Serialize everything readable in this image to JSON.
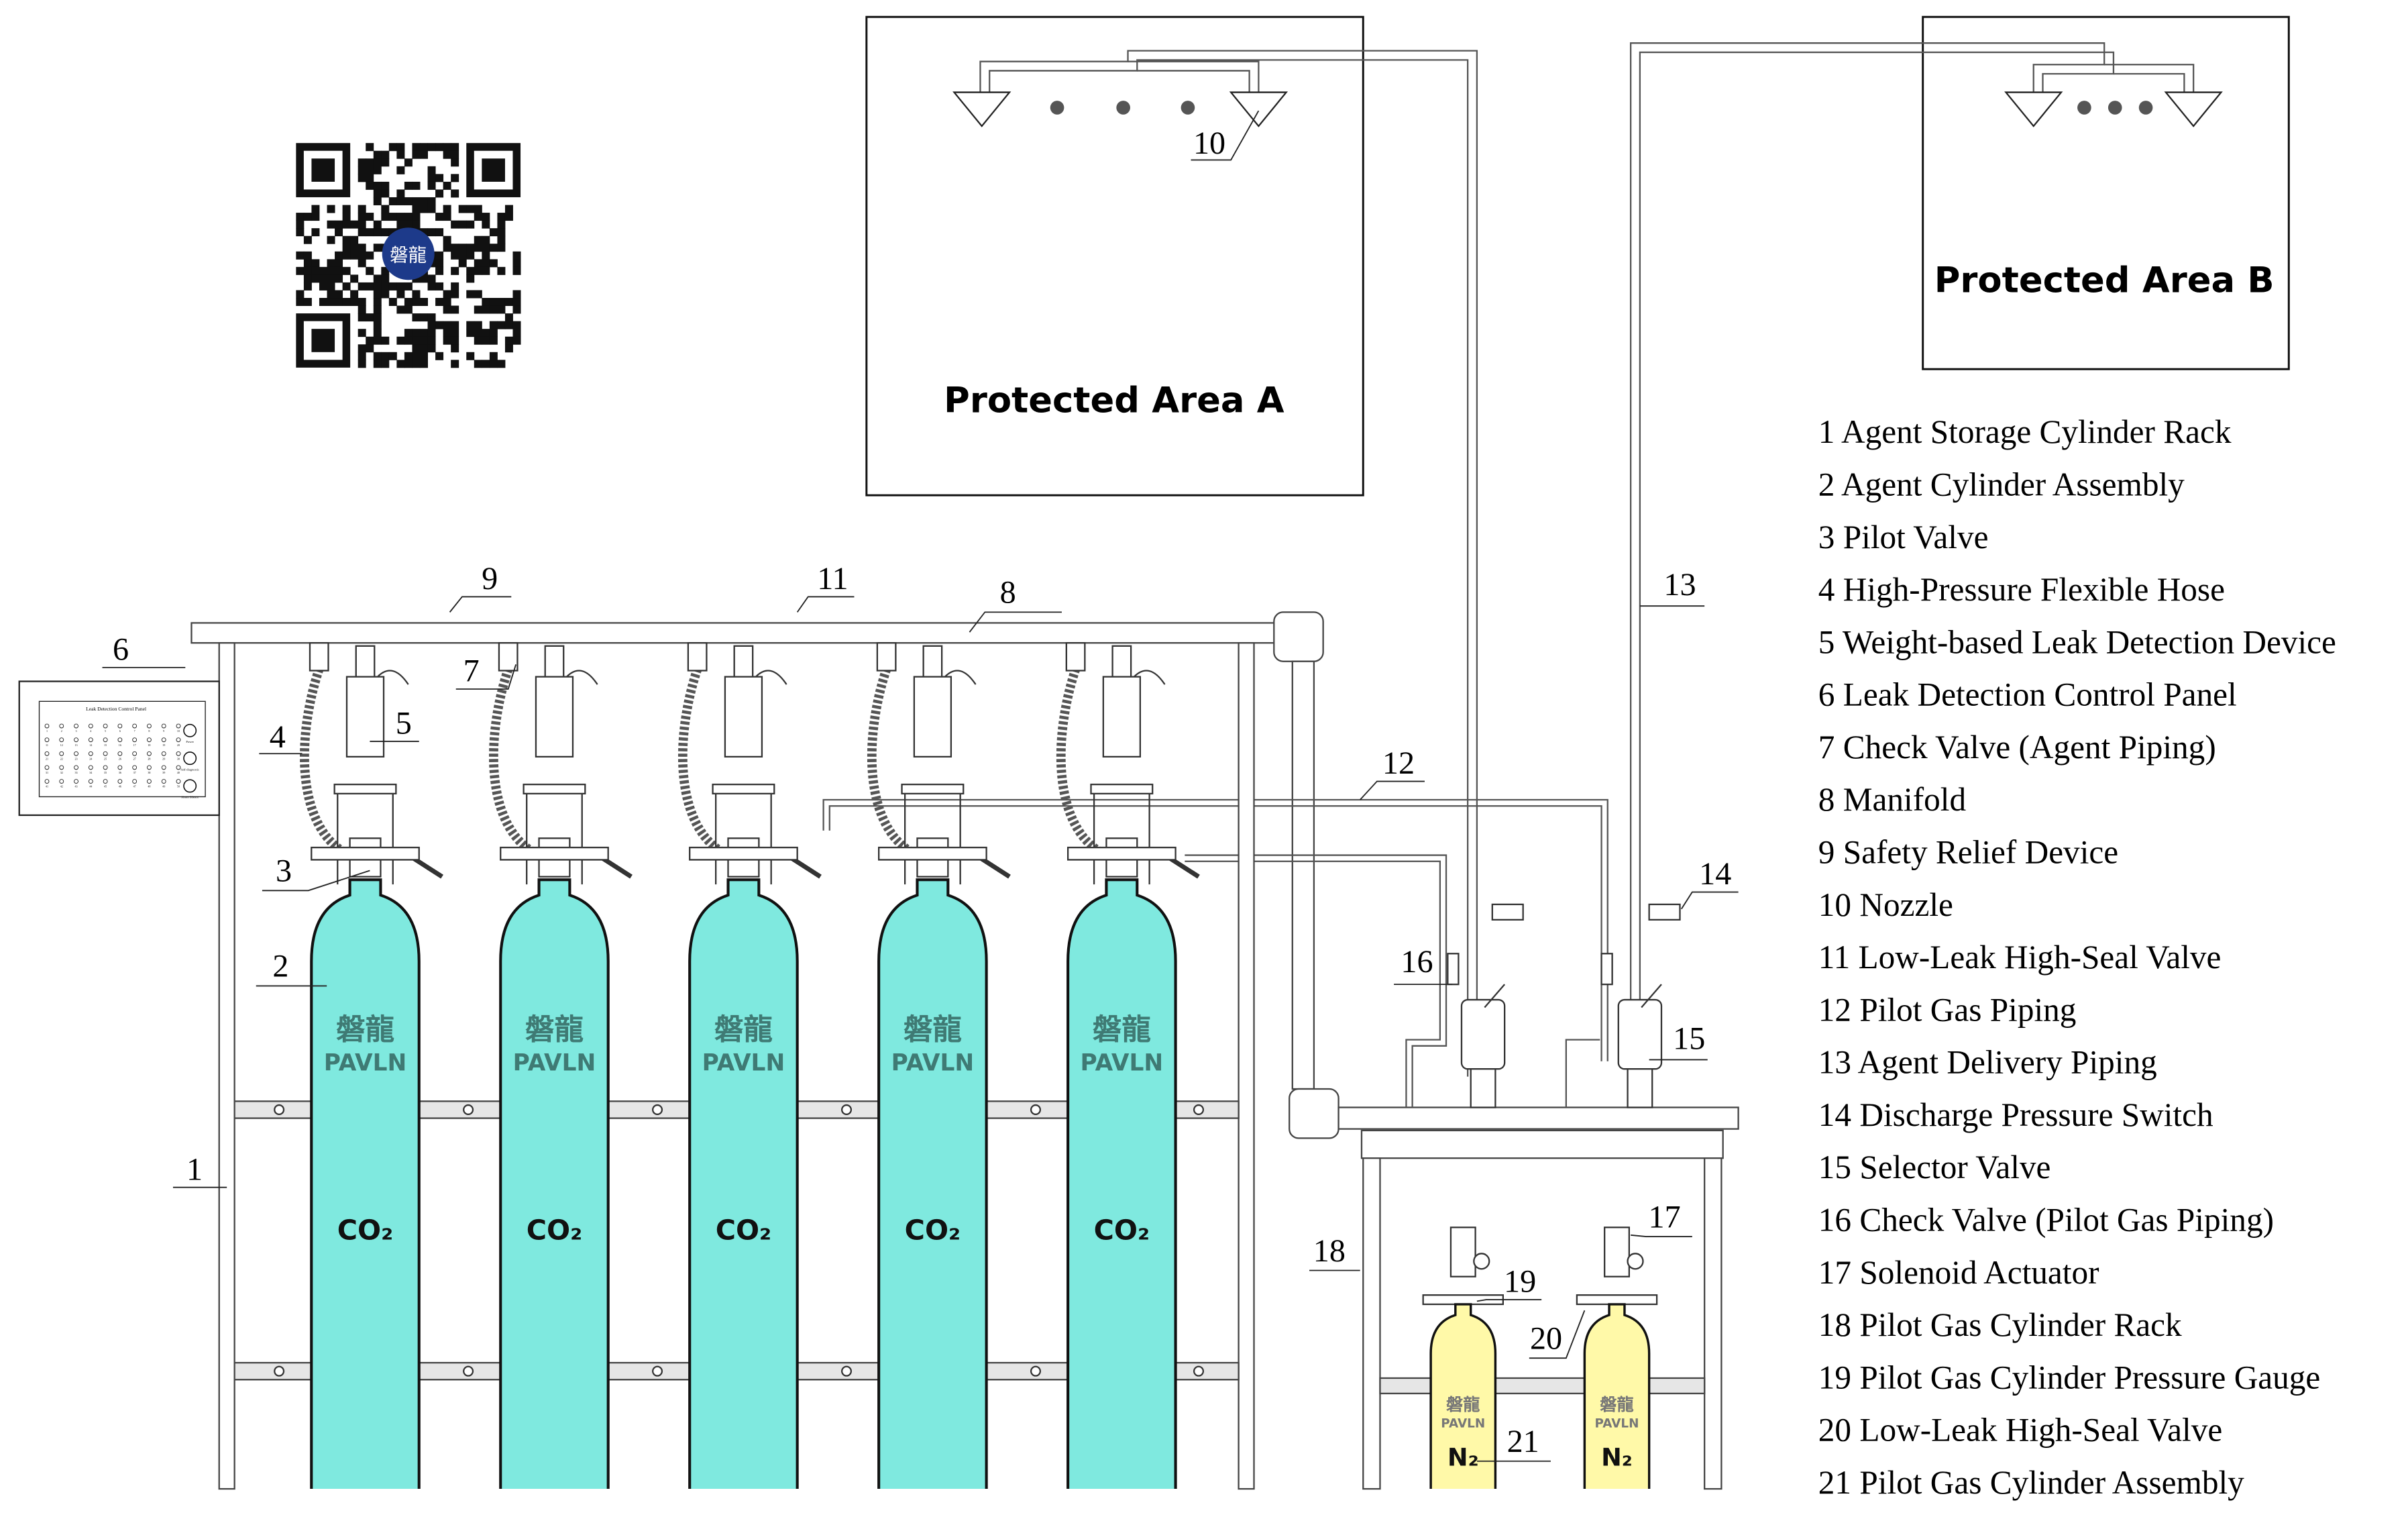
{
  "areas": {
    "a_title": "Protected Area A",
    "b_title": "Protected Area B"
  },
  "control_panel": {
    "title": "Leak Detection Control Panel",
    "indicator_count": 50,
    "buttons": [
      "Power",
      "Self-diagnostic",
      "Alarm Silence"
    ]
  },
  "cylinders": {
    "agent_label": "CO₂",
    "pilot_label": "N₂",
    "brand_cn": "磐龍",
    "brand_en": "PAVLN",
    "agent_count": 5,
    "pilot_count": 2,
    "agent_color": "#7fe9df",
    "pilot_color": "#fff9a8",
    "logo_color": "#3f7a74"
  },
  "qr_logo": "磐龍",
  "callouts": [
    "1",
    "2",
    "3",
    "4",
    "5",
    "6",
    "7",
    "8",
    "9",
    "10",
    "11",
    "12",
    "13",
    "14",
    "15",
    "16",
    "17",
    "18",
    "19",
    "20",
    "21"
  ],
  "legend": [
    "1 Agent Storage Cylinder Rack",
    "2 Agent Cylinder Assembly",
    "3 Pilot Valve",
    "4 High-Pressure Flexible Hose",
    "5 Weight-based Leak Detection Device",
    "6 Leak Detection Control Panel",
    "7 Check Valve (Agent Piping)",
    "8 Manifold",
    "9 Safety Relief Device",
    "10 Nozzle",
    "11 Low-Leak High-Seal Valve",
    "12 Pilot Gas Piping",
    "13 Agent Delivery Piping",
    "14 Discharge Pressure Switch",
    "15 Selector Valve",
    "16 Check Valve (Pilot Gas Piping)",
    "17 Solenoid Actuator",
    "18 Pilot Gas Cylinder Rack",
    "19 Pilot Gas Cylinder Pressure Gauge",
    "20 Low-Leak High-Seal Valve",
    "21 Pilot Gas Cylinder Assembly"
  ]
}
